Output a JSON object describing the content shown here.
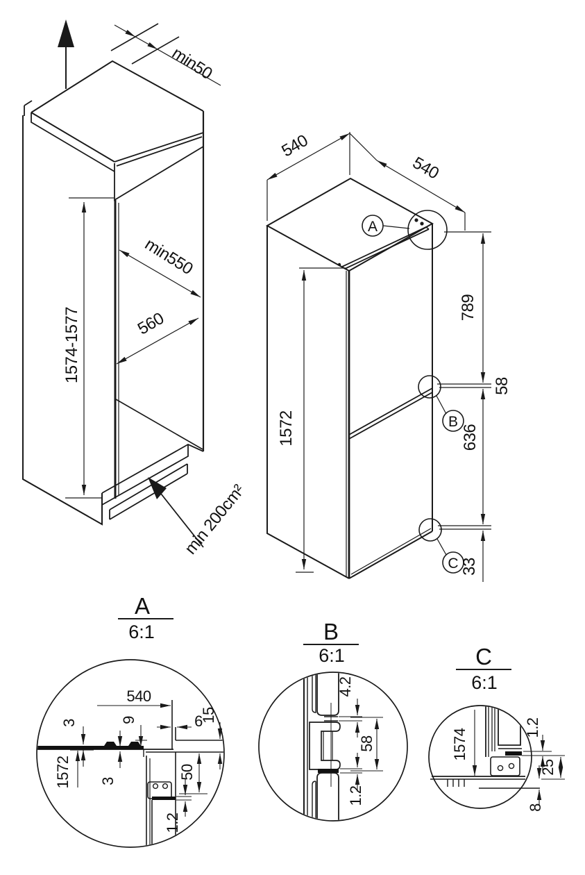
{
  "drawing": {
    "type": "built-in refrigerator installation drawing",
    "colors": {
      "line": "#1a1a1a",
      "background": "#ffffff"
    }
  },
  "niche": {
    "labels": {
      "gap_top": "min50",
      "depth": "min550",
      "width": "560",
      "height_range": "1574-1577",
      "vent_area": "min 200cm²"
    }
  },
  "appliance": {
    "labels": {
      "top_depth": "540",
      "top_width": "540",
      "upper_section": "789",
      "mid_gap": "58",
      "lower_section": "636",
      "bottom_gap": "33",
      "height": "1572"
    },
    "balloons": {
      "a": "A",
      "b": "B",
      "c": "C"
    }
  },
  "details": {
    "a": {
      "title": "A",
      "scale": "6:1",
      "dims": {
        "width": "540",
        "panel_thickness": "3",
        "top_inset": "9",
        "side_gap": "6",
        "overlap": "15",
        "height": "1572",
        "clearance": "3",
        "fixing_height": "50",
        "panel_edge": "1.2"
      }
    },
    "b": {
      "title": "B",
      "scale": "6:1",
      "dims": {
        "door_gap": "4.2",
        "hinge_height": "58",
        "panel_edge": "1.2"
      }
    },
    "c": {
      "title": "C",
      "scale": "6:1",
      "dims": {
        "height": "1574",
        "panel_edge": "1.2",
        "bottom_overlap": "25",
        "floor_gap": "8"
      }
    }
  }
}
